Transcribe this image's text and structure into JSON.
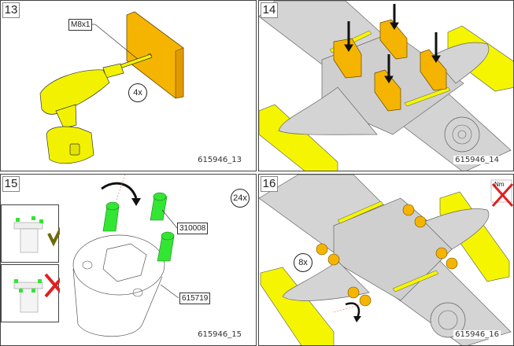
{
  "panels": [
    {
      "step": "13",
      "figure_id": "615946_13",
      "callouts": {
        "thread": "M8x1"
      },
      "quantity": "4x"
    },
    {
      "step": "14",
      "figure_id": "615946_14"
    },
    {
      "step": "15",
      "figure_id": "615946_15",
      "callouts": {
        "screw": "310008",
        "part": "615719"
      },
      "quantity": "24x"
    },
    {
      "step": "16",
      "figure_id": "615946_16",
      "quantity": "8x",
      "torque_label": "Nm"
    }
  ],
  "colors": {
    "drill_yellow": "#f2f200",
    "pad_orange": "#f5b400",
    "screw_green": "#33e633",
    "frame_gray": "#d4d4d4",
    "block_yellow": "#f5f500",
    "check_olive": "#6b6b00",
    "cross_red": "#e02020"
  }
}
